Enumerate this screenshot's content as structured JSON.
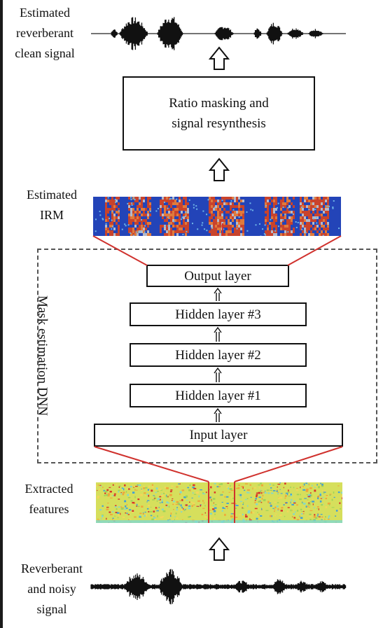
{
  "labels": {
    "output_signal": [
      "Estimated",
      "reverberant",
      "clean signal"
    ],
    "irm": [
      "Estimated",
      "IRM"
    ],
    "features": [
      "Extracted",
      "features"
    ],
    "input_signal": [
      "Reverberant",
      "and noisy",
      "signal"
    ]
  },
  "boxes": {
    "resynthesis": [
      "Ratio masking and",
      "signal resynthesis"
    ],
    "output_layer": "Output layer",
    "hidden_3": "Hidden layer #3",
    "hidden_2": "Hidden layer #2",
    "hidden_1": "Hidden layer #1",
    "input_layer": "Input layer"
  },
  "dnn_label": "Mask estimation DNN",
  "colors": {
    "connector_red": "#d0312d",
    "irm_blue": "#2344b8",
    "irm_red": "#c8402a",
    "feature_yellow": "#d9e05a",
    "feature_cyan": "#7fd8d0"
  },
  "icons": [
    "hollow-up-arrow-icon",
    "small-up-arrow-icon",
    "waveform-icon",
    "spectrogram-icon"
  ]
}
